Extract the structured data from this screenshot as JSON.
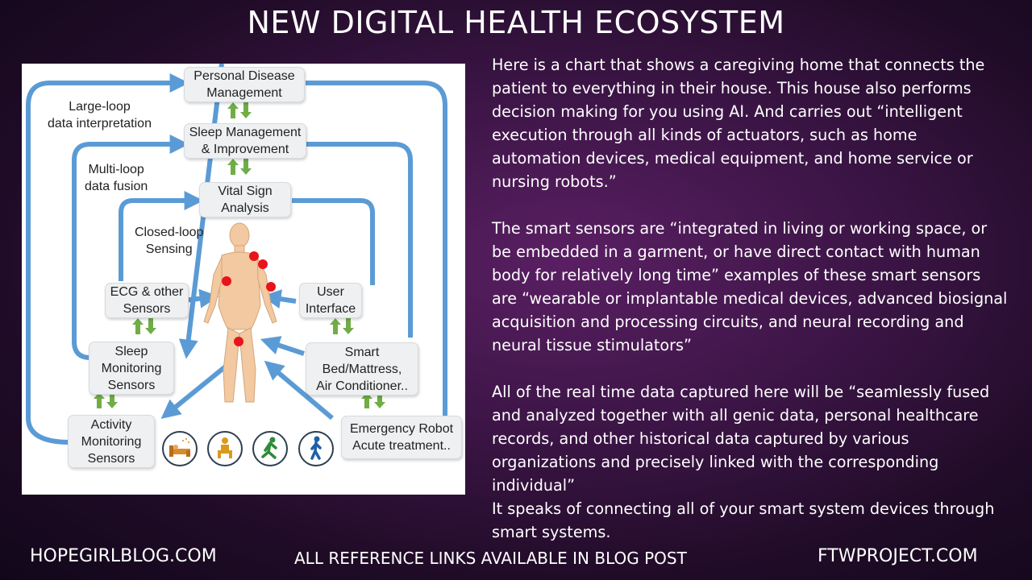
{
  "title": "NEW DIGITAL HEALTH ECOSYSTEM",
  "diagram": {
    "boxes": {
      "personal_disease": [
        "Personal Disease",
        "Management"
      ],
      "sleep_management": [
        "Sleep Management",
        "& Improvement"
      ],
      "vital_sign": [
        "Vital Sign",
        "Analysis"
      ],
      "ecg_sensors": [
        "ECG & other",
        "Sensors"
      ],
      "user_interface": [
        "User",
        "Interface"
      ],
      "sleep_monitoring": [
        "Sleep",
        "Monitoring",
        "Sensors"
      ],
      "smart_bed": [
        "Smart",
        "Bed/Mattress,",
        "Air Conditioner.."
      ],
      "activity_monitoring": [
        "Activity",
        "Monitoring",
        "Sensors"
      ],
      "emergency_robot": [
        "Emergency Robot",
        "Acute treatment.."
      ]
    },
    "loop_labels": {
      "large_loop": [
        "Large-loop",
        "data interpretation"
      ],
      "multi_loop": [
        "Multi-loop",
        "data fusion"
      ],
      "closed_loop": [
        "Closed-loop",
        "Sensing"
      ]
    },
    "activity_icons": [
      "sleeping-in-bed-icon",
      "sitting-person-icon",
      "running-person-icon",
      "walking-person-icon"
    ],
    "colors": {
      "loop_arrow": "#5b9bd5",
      "exchange_arrow": "#70ad47",
      "sensor_dot": "#e8141c",
      "running_icon": "#2e8b3a",
      "walking_icon": "#1f5fa8",
      "sitting_icon": "#d89a1c"
    }
  },
  "body_paragraphs": [
    "Here is a chart that shows a caregiving home that connects the patient to everything in their house. This house also performs decision making for you using AI. And carries out “intelligent execution through all kinds of actuators, such as home automation devices, medical equipment, and home service or nursing robots.”",
    "The smart sensors are “integrated in living or working space, or be embedded in a garment, or have direct contact with human body for relatively long time” examples of these smart sensors are “wearable or implantable medical devices, advanced biosignal acquisition and processing circuits, and neural recording and neural tissue stimulators”",
    "All of the real time data captured here will be “seamlessly fused and analyzed together with all genic data, personal healthcare records, and other historical data captured by various organizations and precisely linked with the corresponding individual”",
    "It speaks of connecting all of your smart system devices through smart systems."
  ],
  "footer": {
    "left": "HOPEGIRLBLOG.COM",
    "center": "ALL REFERENCE LINKS AVAILABLE IN BLOG POST",
    "right": "FTWPROJECT.COM"
  }
}
